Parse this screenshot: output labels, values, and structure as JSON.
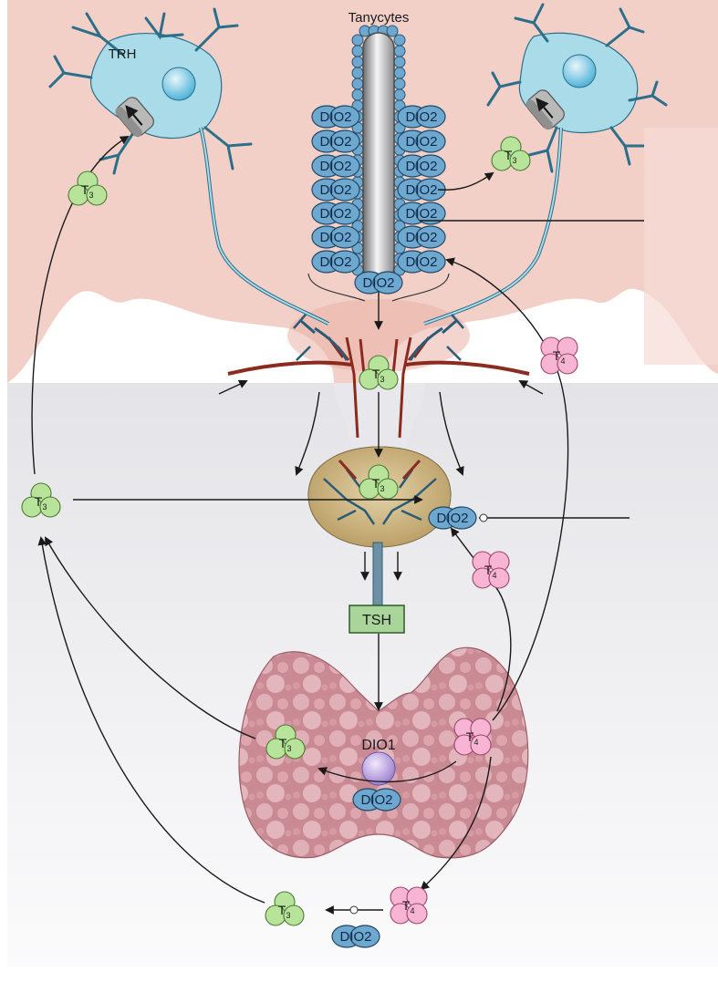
{
  "labels": {
    "tanycytes": "Tanycytes",
    "trh": "TRH",
    "tsh": "TSH",
    "dio1": "DIO1"
  },
  "hormones": {
    "t3": {
      "letter": "T",
      "sub": "3"
    },
    "t4": {
      "letter": "T",
      "sub": "4"
    }
  },
  "enzyme_label": "DIO2",
  "colors": {
    "hypothalamus": "#f2d0c8",
    "lower_background": "#eaeaee",
    "neuron": "#a9dbe8",
    "t3_fill": "#b7e39a",
    "t4_fill": "#f7b5d3",
    "dio2_fill": "#6fa8cf",
    "thyroid": "#c98a93",
    "pituitary": "#c8b07e",
    "tsh_box": "#a9d59a",
    "vessel": "#8b2a1e",
    "dio1_fill": "#c9b6e6"
  }
}
